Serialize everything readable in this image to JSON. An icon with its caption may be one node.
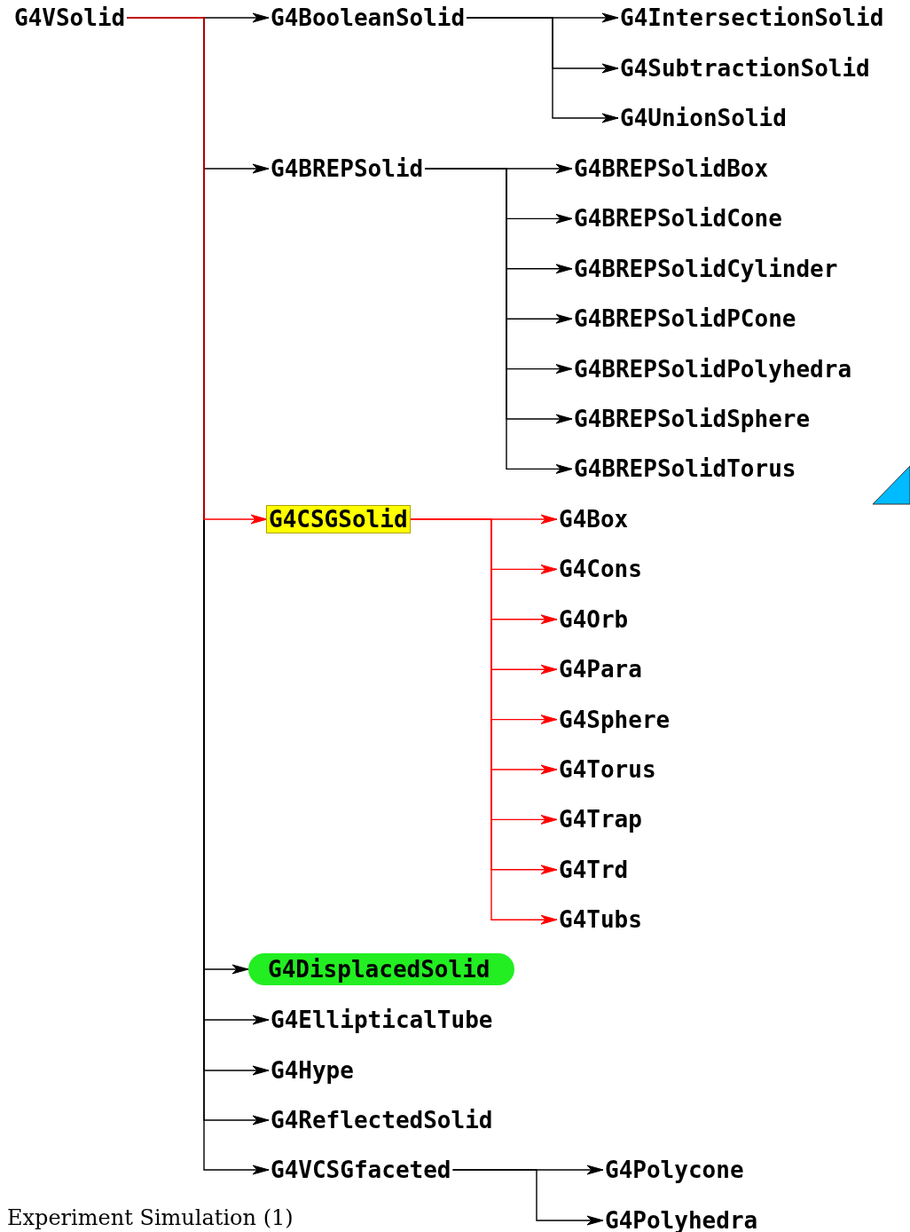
{
  "diagram": {
    "nodes": [
      {
        "text": [
          "G4VSolid"
        ]
      },
      {
        "text": [
          "G4BooleanSolid"
        ]
      },
      {
        "text": [
          "G4IntersectionSolid"
        ]
      },
      {
        "text": [
          "G4SubtractionSolid"
        ]
      },
      {
        "text": [
          "G4UnionSolid"
        ]
      },
      {
        "text": [
          "G4BREPSolid"
        ]
      },
      {
        "text": [
          "G4BREPSolidBox"
        ]
      },
      {
        "text": [
          "G4BREPSolidCone"
        ]
      },
      {
        "text": [
          "G4BREPSolidCylinder"
        ]
      },
      {
        "text": [
          "G4BREPSolidPCone"
        ]
      },
      {
        "text": [
          "G4BREPSolidPolyhedra"
        ]
      },
      {
        "text": [
          "G4BREPSolidSphere"
        ]
      },
      {
        "text": [
          "G4BREPSolidTorus"
        ]
      },
      {
        "text": [
          "G4CSGSolid"
        ]
      },
      {
        "text": [
          "G4Box"
        ]
      },
      {
        "text": [
          "G4Cons"
        ]
      },
      {
        "text": [
          "G4Orb"
        ]
      },
      {
        "text": [
          "G4Para"
        ]
      },
      {
        "text": [
          "G4Sphere"
        ]
      },
      {
        "text": [
          "G4Torus"
        ]
      },
      {
        "text": [
          "G4Trap"
        ]
      },
      {
        "text": [
          "G4Trd"
        ]
      },
      {
        "text": [
          "G4Tubs"
        ]
      },
      {
        "text": [
          "G4DisplacedSolid"
        ]
      },
      {
        "text": [
          "G4EllipticalTube"
        ]
      },
      {
        "text": [
          "G4Hype"
        ]
      },
      {
        "text": [
          "G4ReflectedSolid"
        ]
      },
      {
        "text": [
          "G4VCSGfaceted"
        ]
      },
      {
        "text": [
          "G4Polycone"
        ]
      },
      {
        "text": [
          "G4Polyhedra"
        ]
      }
    ],
    "edges": [
      {
        "from": 0,
        "to": 1,
        "arrow": "to"
      },
      {
        "from": 1,
        "to": 2,
        "arrow": "to"
      },
      {
        "from": 1,
        "to": 3,
        "arrow": "to"
      },
      {
        "from": 1,
        "to": 4,
        "arrow": "to"
      },
      {
        "from": 0,
        "to": 5,
        "arrow": "to"
      },
      {
        "from": 5,
        "to": 6,
        "arrow": "to"
      },
      {
        "from": 5,
        "to": 7,
        "arrow": "to"
      },
      {
        "from": 5,
        "to": 8,
        "arrow": "to"
      },
      {
        "from": 5,
        "to": 9,
        "arrow": "to"
      },
      {
        "from": 5,
        "to": 10,
        "arrow": "to"
      },
      {
        "from": 5,
        "to": 11,
        "arrow": "to"
      },
      {
        "from": 5,
        "to": 12,
        "arrow": "to"
      },
      {
        "from": 0,
        "to": 13,
        "arrow": "to",
        "color": "#ff0000"
      },
      {
        "from": 13,
        "to": 14,
        "arrow": "to",
        "color": "#ff0000"
      },
      {
        "from": 13,
        "to": 15,
        "arrow": "to",
        "color": "#ff0000"
      },
      {
        "from": 13,
        "to": 16,
        "arrow": "to",
        "color": "#ff0000"
      },
      {
        "from": 13,
        "to": 17,
        "arrow": "to",
        "color": "#ff0000"
      },
      {
        "from": 13,
        "to": 18,
        "arrow": "to",
        "color": "#ff0000"
      },
      {
        "from": 13,
        "to": 19,
        "arrow": "to",
        "color": "#ff0000"
      },
      {
        "from": 13,
        "to": 20,
        "arrow": "to",
        "color": "#ff0000"
      },
      {
        "from": 13,
        "to": 21,
        "arrow": "to",
        "color": "#ff0000"
      },
      {
        "from": 13,
        "to": 22,
        "arrow": "to",
        "color": "#ff0000"
      },
      {
        "from": 0,
        "to": 23,
        "arrow": "to"
      },
      {
        "from": 0,
        "to": 24,
        "arrow": "to"
      },
      {
        "from": 0,
        "to": 25,
        "arrow": "to"
      },
      {
        "from": 0,
        "to": 26,
        "arrow": "to"
      },
      {
        "from": 0,
        "to": 27,
        "arrow": "to"
      },
      {
        "from": 27,
        "to": 28,
        "arrow": "to"
      },
      {
        "from": 27,
        "to": 29,
        "arrow": "to"
      }
    ],
    "labels": [
      "Experiment Simulation (1)"
    ]
  }
}
